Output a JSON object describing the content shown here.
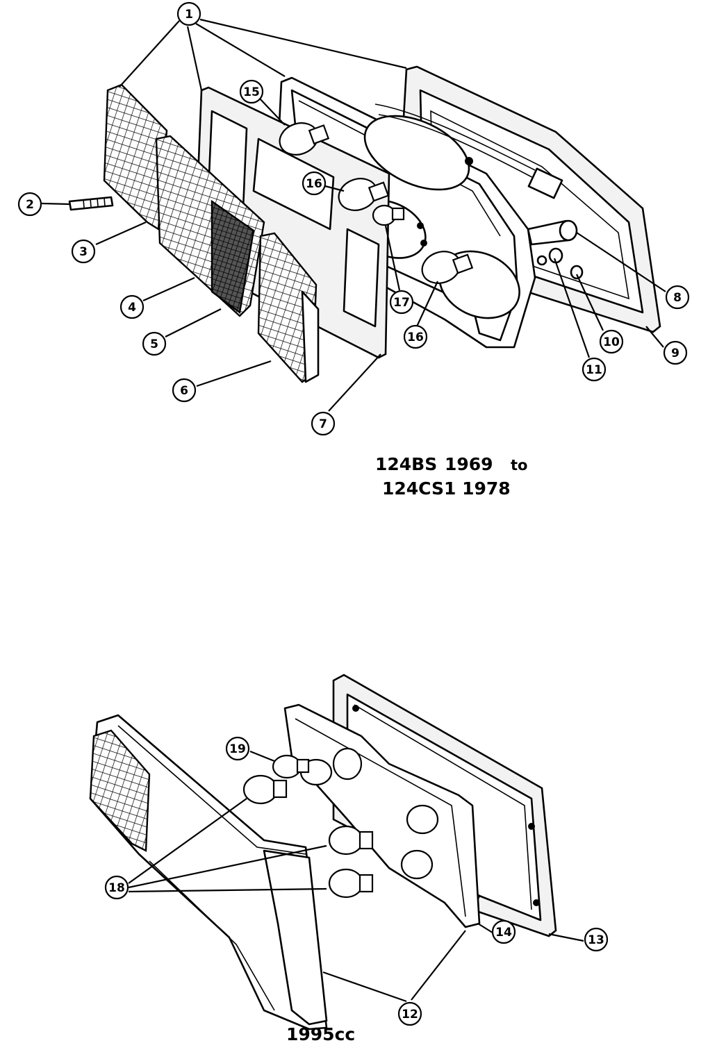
{
  "top_assembly": {
    "caption_line1_model": "124BS",
    "caption_line1_year": "1969",
    "caption_line1_to": "to",
    "caption_line2": "124CS1 1978"
  },
  "bottom_assembly": {
    "caption": "1995cc"
  },
  "callouts": {
    "c1": "1",
    "c2": "2",
    "c3": "3",
    "c4": "4",
    "c5": "5",
    "c6": "6",
    "c7": "7",
    "c8": "8",
    "c9": "9",
    "c10": "10",
    "c11": "11",
    "c12": "12",
    "c13": "13",
    "c14": "14",
    "c15": "15",
    "c16a": "16",
    "c16b": "16",
    "c17": "17",
    "c18": "18",
    "c19": "19"
  }
}
